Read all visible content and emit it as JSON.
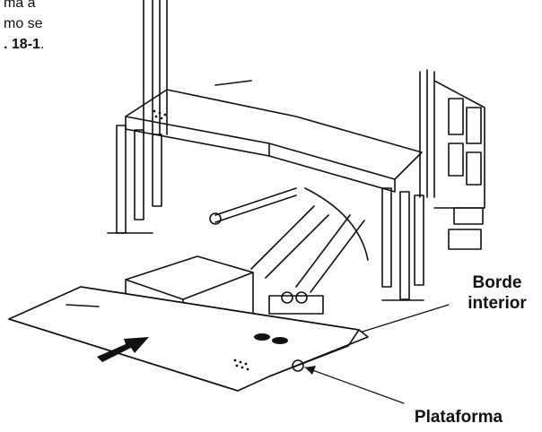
{
  "paragraph": {
    "line1_fragment": "ma a",
    "line2_fragment": "mo se",
    "line3_ref": ". 18-1",
    "line3_end": "."
  },
  "callouts": {
    "inner_edge_line1": "Borde",
    "inner_edge_line2": "interior",
    "platform": "Plataforma"
  },
  "colors": {
    "ink": "#111111",
    "shade": "#d9d9d9",
    "paper": "#ffffff"
  }
}
